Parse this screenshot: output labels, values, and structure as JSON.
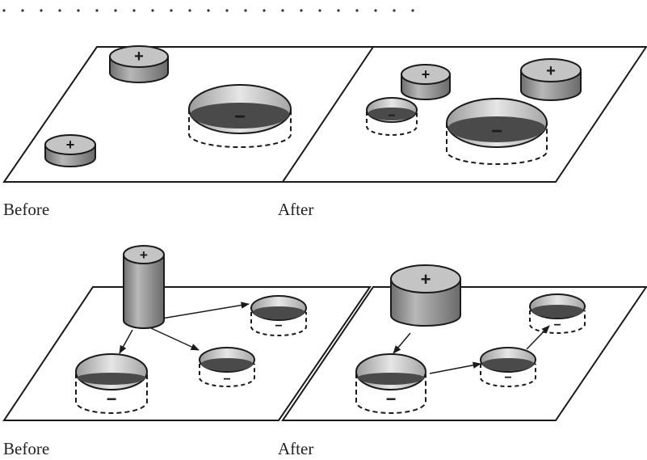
{
  "captions": {
    "top_left": "Before",
    "top_right": "After",
    "bottom_left": "Before",
    "bottom_right": "After"
  },
  "symbols": {
    "positive": "+",
    "negative": "−"
  },
  "colors": {
    "outline": "#1a1a1a",
    "bump_side": "#8e8e8e",
    "bump_top": "#c4c4c4",
    "pit_inner": "#4a4a4a",
    "pit_wall": "#c8c8c8"
  }
}
